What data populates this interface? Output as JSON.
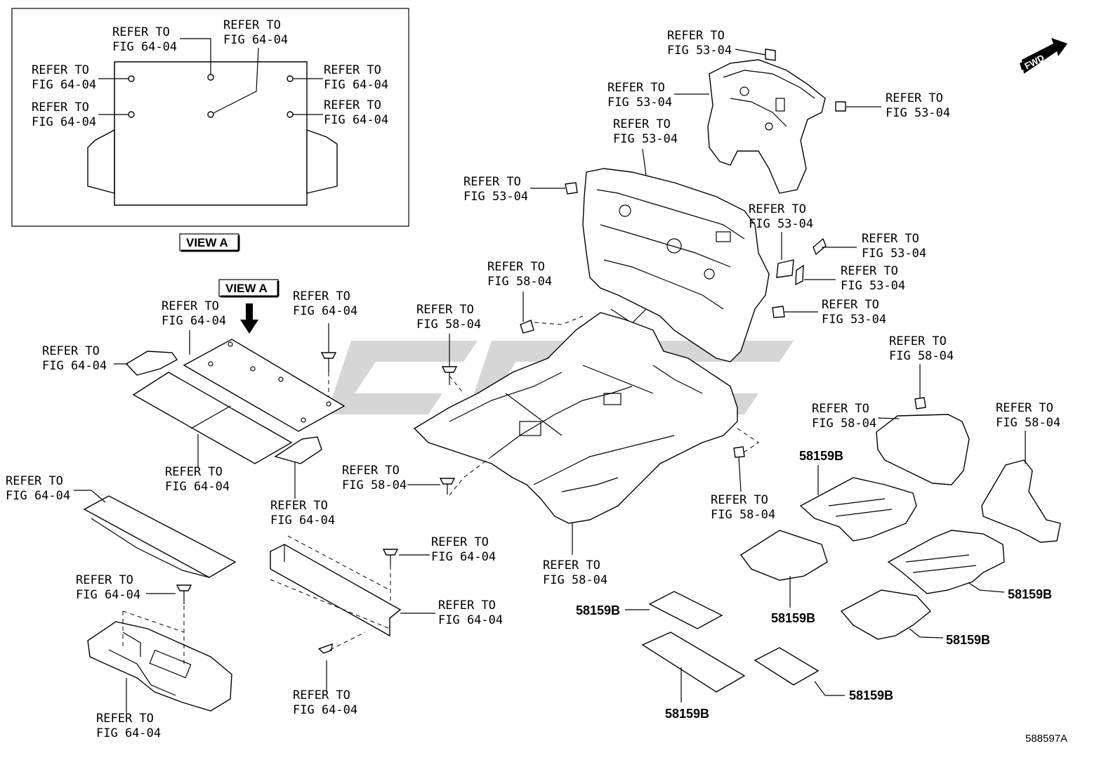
{
  "callouts": {
    "c1": [
      "REFER TO",
      "FIG 64-04"
    ],
    "c2": [
      "REFER TO",
      "FIG 64-04"
    ],
    "c3": [
      "REFER TO",
      "FIG 64-04"
    ],
    "c4": [
      "REFER TO",
      "FIG 64-04"
    ],
    "c5": [
      "REFER TO",
      "FIG 64-04"
    ],
    "c6": [
      "REFER TO",
      "FIG 64-04"
    ],
    "c7": [
      "REFER TO",
      "FIG 53-04"
    ],
    "c8": [
      "REFER TO",
      "FIG 53-04"
    ],
    "c9": [
      "REFER TO",
      "FIG 53-04"
    ],
    "c10": [
      "REFER TO",
      "FIG 53-04"
    ],
    "c11": [
      "REFER TO",
      "FIG 53-04"
    ],
    "c12": [
      "REFER TO",
      "FIG 53-04"
    ],
    "c13": [
      "REFER TO",
      "FIG 53-04"
    ],
    "c14": [
      "REFER TO",
      "FIG 53-04"
    ],
    "c15": [
      "REFER TO",
      "FIG 53-04"
    ],
    "c16": [
      "REFER TO",
      "FIG 64-04"
    ],
    "c17": [
      "REFER TO",
      "FIG 64-04"
    ],
    "c18": [
      "REFER TO",
      "FIG 64-04"
    ],
    "c19": [
      "REFER TO",
      "FIG 58-04"
    ],
    "c20": [
      "REFER TO",
      "FIG 58-04"
    ],
    "c21": [
      "REFER TO",
      "FIG 64-04"
    ],
    "c22": [
      "REFER TO",
      "FIG 64-04"
    ],
    "c23": [
      "REFER TO",
      "FIG 58-04"
    ],
    "c24": [
      "REFER TO",
      "FIG 58-04"
    ],
    "c25": [
      "REFER TO",
      "FIG 58-04"
    ],
    "c26": [
      "REFER TO",
      "FIG 58-04"
    ],
    "c27": [
      "REFER TO",
      "FIG 58-04"
    ],
    "c28": [
      "REFER TO",
      "FIG 64-04"
    ],
    "c29": [
      "REFER TO",
      "FIG 64-04"
    ],
    "c30": [
      "REFER TO",
      "FIG 64-04"
    ],
    "c31": [
      "REFER TO",
      "FIG 64-04"
    ],
    "c32": [
      "REFER TO",
      "FIG 64-04"
    ],
    "c33": [
      "REFER TO",
      "FIG 64-04"
    ]
  },
  "part_labels": {
    "p1": "58159B",
    "p2": "58159B",
    "p3": "58159B",
    "p4": "58159B",
    "p5": "58159B",
    "p6": "58159B",
    "p7": "58159B"
  },
  "view_a_caption": "VIEW A",
  "view_a_marker": "VIEW A",
  "fwd_label": "FWD",
  "diagram_code": "588597A"
}
